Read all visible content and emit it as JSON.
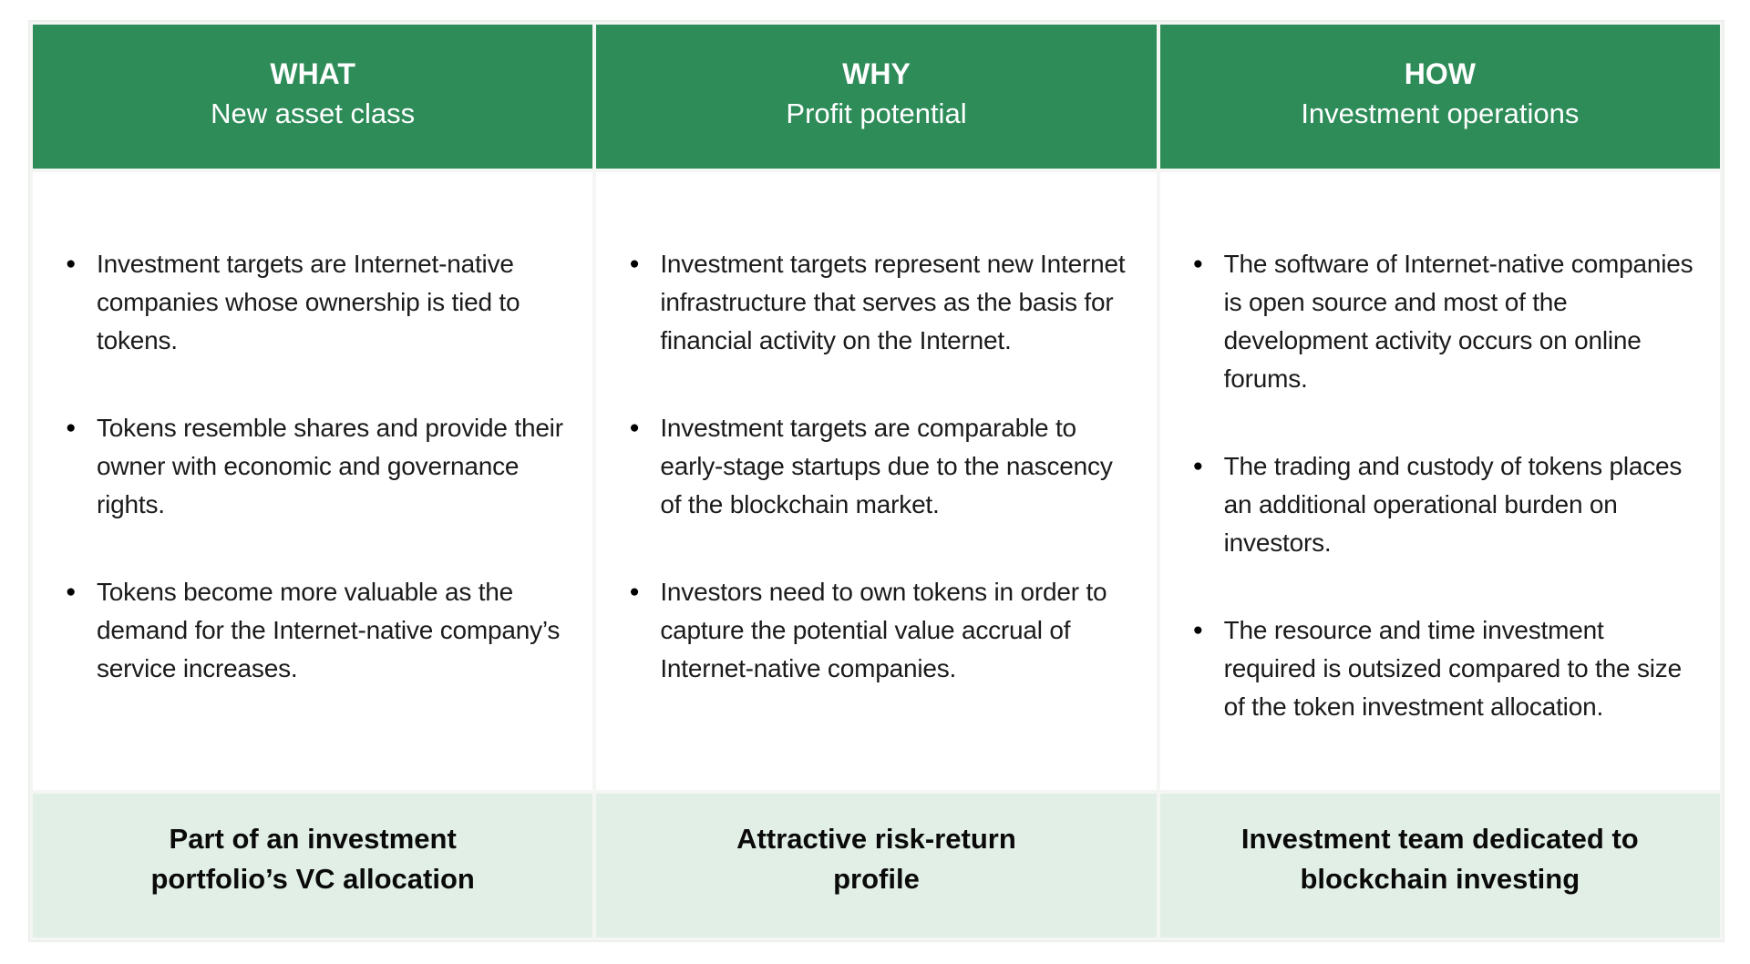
{
  "glyphs": {
    "bullet": "●"
  },
  "colors": {
    "header_bg": "#2E8C59",
    "header_text": "#FFFFFF",
    "footer_bg": "#E2EFE6",
    "body_bg": "#FFFFFF",
    "text": "#1B1B1B"
  },
  "table": {
    "columns": [
      {
        "key": "what",
        "header_title": "WHAT",
        "header_subtitle": "New asset class",
        "bullets": [
          "Investment targets are Internet-native companies whose ownership is tied to tokens.",
          "Tokens resemble shares and provide their owner with economic and governance rights.",
          "Tokens become more valuable as the demand for the Internet-native company’s service increases."
        ],
        "footer_lines": [
          "Part of an investment",
          "portfolio’s VC allocation"
        ]
      },
      {
        "key": "why",
        "header_title": "WHY",
        "header_subtitle": "Profit potential",
        "bullets": [
          "Investment targets represent new Internet infrastructure that serves as the basis for financial activity on the Internet.",
          "Investment targets are comparable to early-stage startups due to the nascency of the blockchain market.",
          "Investors need to own tokens in order to capture the potential value accrual of Internet-native companies."
        ],
        "footer_lines": [
          "Attractive risk-return",
          "profile"
        ]
      },
      {
        "key": "how",
        "header_title": "HOW",
        "header_subtitle": "Investment operations",
        "bullets": [
          "The software of Internet-native companies is open source and most of the development activity occurs on online forums.",
          "The trading and custody of tokens places an additional operational burden on investors.",
          "The resource and time investment required is outsized compared to the size of the token investment allocation."
        ],
        "footer_lines": [
          "Investment team dedicated to",
          "blockchain investing"
        ]
      }
    ]
  }
}
